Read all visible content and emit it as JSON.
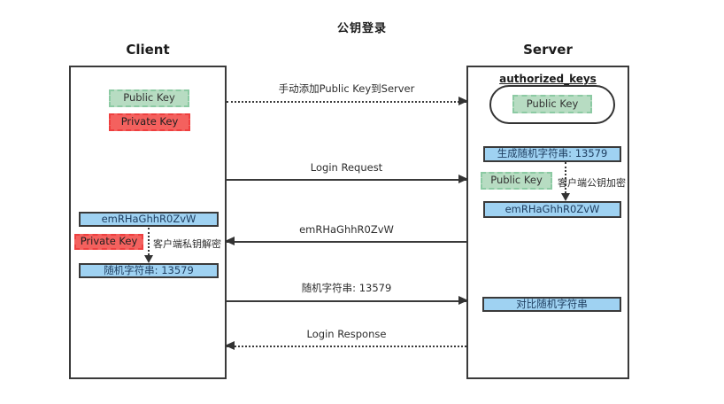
{
  "title": "公钥登录",
  "colors": {
    "public_key_green": "#b7dcc2",
    "private_key_red": "#f4615e",
    "data_blue": "#9fd2f2",
    "line_dark": "#3a3a3a"
  },
  "client": {
    "label": "Client",
    "public_key": "Public Key",
    "private_key": "Private Key",
    "encrypted_string": "emRHaGhhR0ZvW",
    "private_key_decrypt": "Private Key",
    "decrypt_note": "客户端私钥解密",
    "random_string": "随机字符串: 13579"
  },
  "server": {
    "label": "Server",
    "authorized_keys": "authorized_keys",
    "stored_public_key": "Public Key",
    "generate_random": "生成随机字符串: 13579",
    "encrypt_public_key": "Public Key",
    "encrypt_note": "客户端公钥加密",
    "encrypted_string": "emRHaGhhR0ZvW",
    "compare_random": "对比随机字符串"
  },
  "messages": [
    {
      "label": "手动添加Public Key到Server",
      "direction": "right",
      "style": "dotted"
    },
    {
      "label": "Login Request",
      "direction": "right",
      "style": "solid"
    },
    {
      "label": "emRHaGhhR0ZvW",
      "direction": "left",
      "style": "solid"
    },
    {
      "label": "随机字符串: 13579",
      "direction": "right",
      "style": "solid"
    },
    {
      "label": "Login Response",
      "direction": "left",
      "style": "dotted"
    }
  ]
}
